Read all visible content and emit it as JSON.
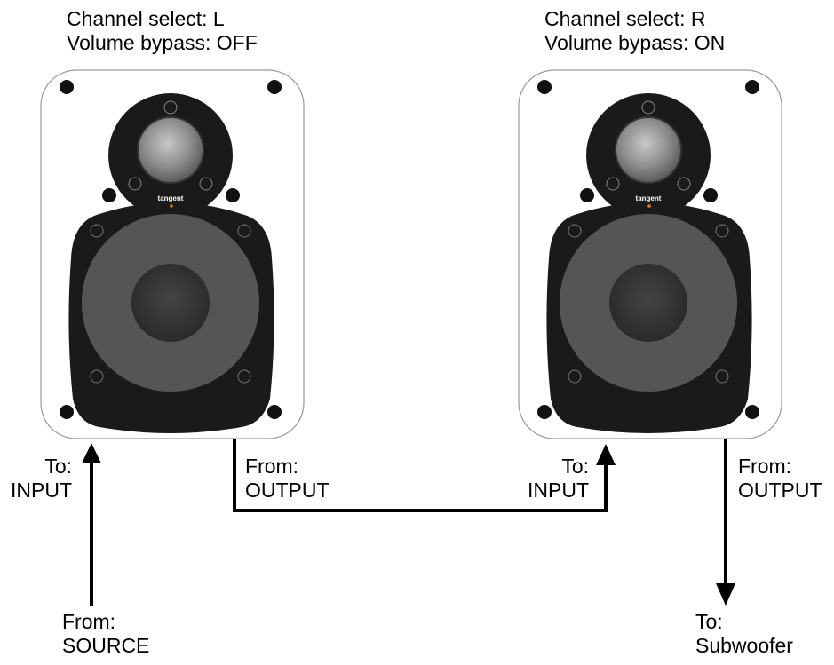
{
  "left_speaker": {
    "channel_select": "Channel select: L",
    "volume_bypass": "Volume bypass: OFF",
    "brand": "tangent",
    "input_label": [
      "To:",
      "INPUT"
    ],
    "output_label": [
      "From:",
      "OUTPUT"
    ]
  },
  "right_speaker": {
    "channel_select": "Channel select: R",
    "volume_bypass": "Volume bypass: ON",
    "brand": "tangent",
    "input_label": [
      "To:",
      "INPUT"
    ],
    "output_label": [
      "From:",
      "OUTPUT"
    ]
  },
  "source_label": [
    "From:",
    "SOURCE"
  ],
  "subwoofer_label": [
    "To:",
    "Subwoofer"
  ],
  "colors": {
    "cabinet_outline": "#9a9a9a",
    "driver_frame": "#1a1a1a",
    "cone": "#555555",
    "dust_cap": "#2e2e2e",
    "brand_accent": "#e87a1e"
  }
}
